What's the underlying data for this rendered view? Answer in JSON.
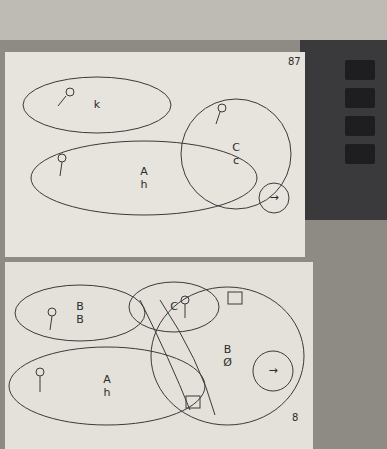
{
  "diagram": {
    "nodes": [
      {
        "text": [
          "k"
        ]
      },
      {
        "text": [
          "C",
          "c"
        ]
      },
      {
        "text": [
          "A",
          "h"
        ]
      },
      {
        "text": [
          "→"
        ]
      },
      {
        "text": [
          "B",
          "B"
        ]
      },
      {
        "text": [
          "C"
        ]
      },
      {
        "text": [
          "A",
          "h"
        ]
      },
      {
        "text": [
          "B",
          "Ø"
        ]
      },
      {
        "text": [
          "→"
        ],
        "in": 7
      }
    ],
    "labels": [
      "87",
      "8"
    ]
  }
}
